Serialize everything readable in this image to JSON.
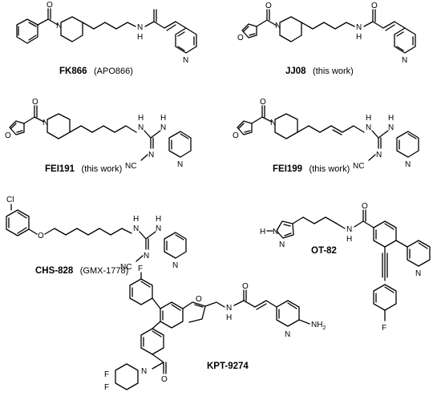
{
  "compounds": [
    {
      "id": "fk866",
      "name": "FK866",
      "note": "(APO866)",
      "atoms": {
        "o": "O",
        "n_pip": "N",
        "n_amide": "N",
        "h_amide": "H",
        "n_pyr": "N"
      }
    },
    {
      "id": "jj08",
      "name": "JJ08",
      "note": "(this work)",
      "atoms": {
        "o": "O",
        "o_furan": "O",
        "n_pip": "N",
        "n_amide": "N",
        "h_amide": "H",
        "o2": "O",
        "n_pyr": "N"
      }
    },
    {
      "id": "fei191",
      "name": "FEI191",
      "note": "(this work)",
      "atoms": {
        "o": "O",
        "o_furan": "O",
        "n_pip": "N",
        "h1": "H",
        "n1": "N",
        "h2": "H",
        "n2": "N",
        "n3": "N",
        "nc": "NC",
        "n_pyr": "N"
      }
    },
    {
      "id": "fei199",
      "name": "FEI199",
      "note": "(this work)",
      "atoms": {
        "o": "O",
        "o_furan": "O",
        "n_pip": "N",
        "h1": "H",
        "n1": "N",
        "h2": "H",
        "n2": "N",
        "n3": "N",
        "nc": "NC",
        "n_pyr": "N"
      }
    },
    {
      "id": "chs828",
      "name": "CHS-828",
      "note": "(GMX-1778)",
      "atoms": {
        "cl": "Cl",
        "o": "O",
        "h1": "H",
        "n1": "N",
        "h2": "H",
        "n2": "N",
        "n3": "N",
        "nc": "NC",
        "n_pyr": "N"
      }
    },
    {
      "id": "ot82",
      "name": "OT-82",
      "note": "",
      "atoms": {
        "h_pz": "H",
        "n_pz1": "N",
        "n_pz2": "N",
        "o": "O",
        "n_amide": "N",
        "h_amide": "H",
        "n_pyr": "N",
        "f": "F"
      }
    },
    {
      "id": "kpt9274",
      "name": "KPT-9274",
      "note": "",
      "atoms": {
        "f_top": "F",
        "o_furan": "O",
        "n_amide": "N",
        "h_amide": "H",
        "o": "O",
        "n_pyr": "N",
        "nh2": "NH",
        "nh2_sub": "2",
        "f1": "F",
        "f2": "F",
        "n_pip": "N",
        "o2": "O"
      }
    }
  ]
}
